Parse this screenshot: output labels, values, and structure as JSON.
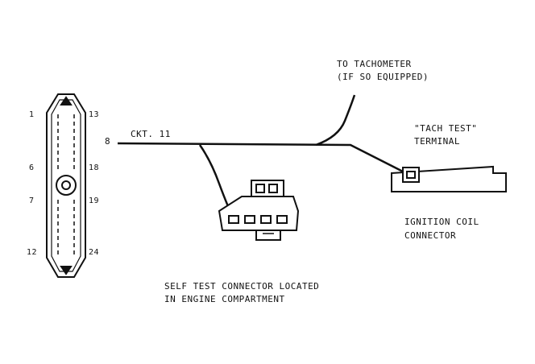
{
  "circuit_label": "CKT. 11",
  "pin_wire": "8",
  "connector_pins": {
    "left": [
      "1",
      "6",
      "7",
      "12"
    ],
    "right": [
      "13",
      "18",
      "19",
      "24"
    ]
  },
  "tachometer_label": {
    "line1": "TO TACHOMETER",
    "line2": "(IF SO EQUIPPED)"
  },
  "tach_test_label": {
    "line1": "\"TACH TEST\"",
    "line2": "TERMINAL"
  },
  "ignition_coil_label": {
    "line1": "IGNITION COIL",
    "line2": "CONNECTOR"
  },
  "self_test_label": {
    "line1": "SELF TEST CONNECTOR LOCATED",
    "line2": "IN ENGINE COMPARTMENT"
  }
}
